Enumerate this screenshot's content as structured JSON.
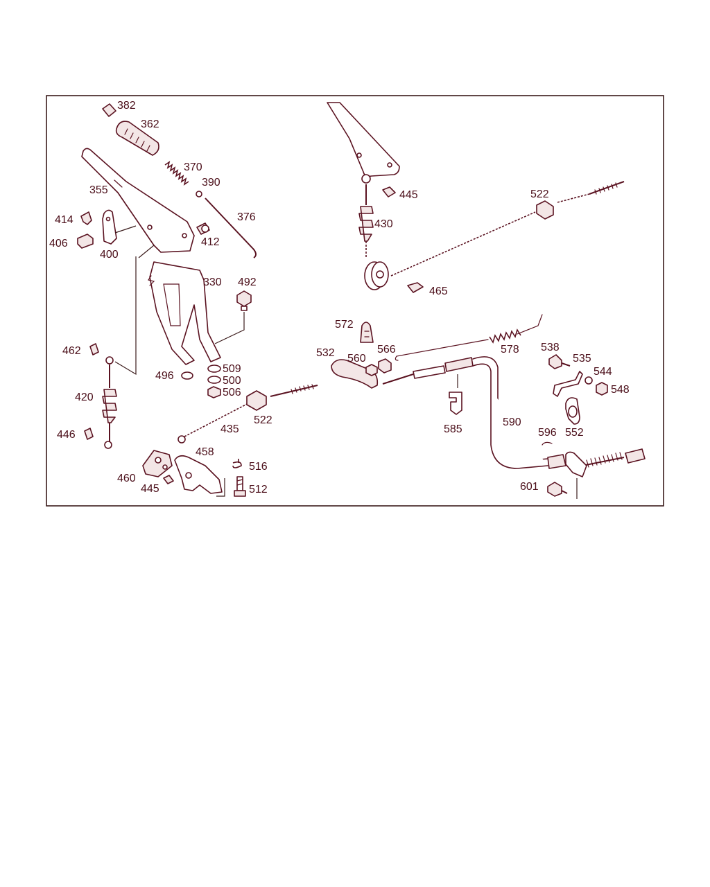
{
  "callouts": {
    "c382": "382",
    "c362": "362",
    "c370": "370",
    "c390": "390",
    "c376": "376",
    "c355": "355",
    "c414": "414",
    "c406": "406",
    "c400": "400",
    "c412": "412",
    "c330": "330",
    "c492": "492",
    "c462": "462",
    "c420": "420",
    "c446": "446",
    "c496": "496",
    "c509": "509",
    "c500": "500",
    "c506": "506",
    "c522a": "522",
    "c435": "435",
    "c458": "458",
    "c460": "460",
    "c445a": "445",
    "c516": "516",
    "c512": "512",
    "c445b": "445",
    "c430": "430",
    "c465": "465",
    "c522b": "522",
    "c572": "572",
    "c532": "532",
    "c560": "560",
    "c566": "566",
    "c578": "578",
    "c538": "538",
    "c535": "535",
    "c544": "544",
    "c548": "548",
    "c585": "585",
    "c590": "590",
    "c552": "552",
    "c596": "596",
    "c601": "601"
  },
  "colors": {
    "line": "#5a1220",
    "label": "#4a0d18",
    "frame": "#3a1a1a"
  }
}
